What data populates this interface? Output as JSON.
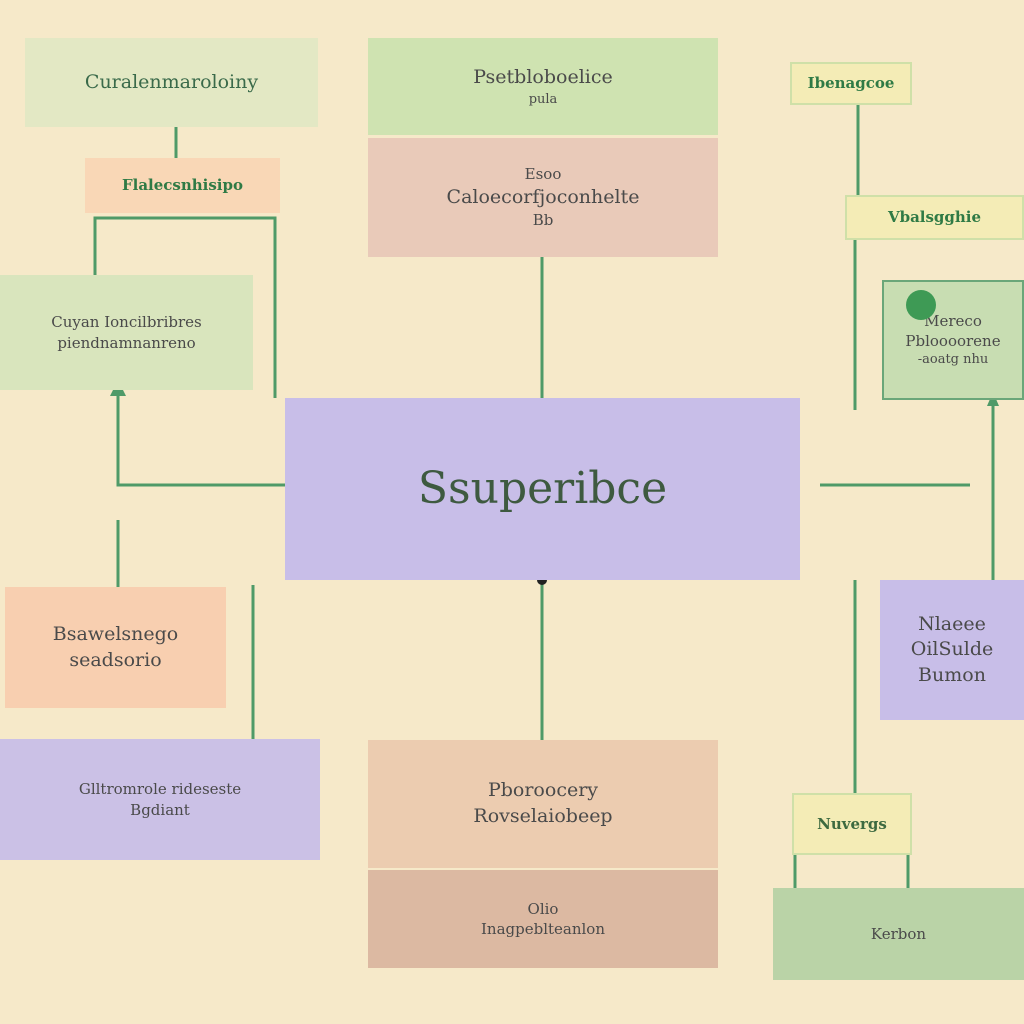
{
  "colors": {
    "background": "#f6e9c9",
    "connector": "#4f9a68",
    "accent_text": "#2f7a45"
  },
  "nodes": {
    "top_left": {
      "lines": [
        "Curalenmaroloiny"
      ]
    },
    "left_label": {
      "lines": [
        "Flalecsnhisipo"
      ]
    },
    "left_mid": {
      "lines": [
        "Cuyan Ioncilbribres",
        "piendnamnanreno"
      ]
    },
    "left_lower": {
      "lines": [
        "Bsawelsnego",
        "seadsorio"
      ]
    },
    "left_bottom": {
      "lines": [
        "Glltromrole rideseste",
        "Bgdiant"
      ]
    },
    "top_center_header": {
      "lines": [
        "Psetbloboelice",
        "pula"
      ]
    },
    "top_center_body": {
      "lines": [
        "Esoo",
        "Caloecorfjoconhelte",
        "Bb"
      ]
    },
    "center": {
      "lines": [
        "Ssuperibce"
      ]
    },
    "bottom_center_header": {
      "lines": [
        "Pboroocery",
        "Rovselaiobeep"
      ]
    },
    "bottom_center_body": {
      "lines": [
        "Olio",
        "Inagpeblteanlon"
      ]
    },
    "right_top": {
      "lines": [
        "Ibenagcoe"
      ]
    },
    "right_label": {
      "lines": [
        "Vbalsgghie"
      ]
    },
    "right_mid": {
      "lines": [
        "Mereco",
        "Pbloooorene",
        "-aoatg nhu"
      ]
    },
    "right_lower": {
      "lines": [
        "Nlaeee",
        "OilSulde",
        "Bumon"
      ]
    },
    "right_small": {
      "lines": [
        "Nuvergs"
      ]
    },
    "right_bottom": {
      "lines": [
        "Kerbon"
      ]
    }
  }
}
